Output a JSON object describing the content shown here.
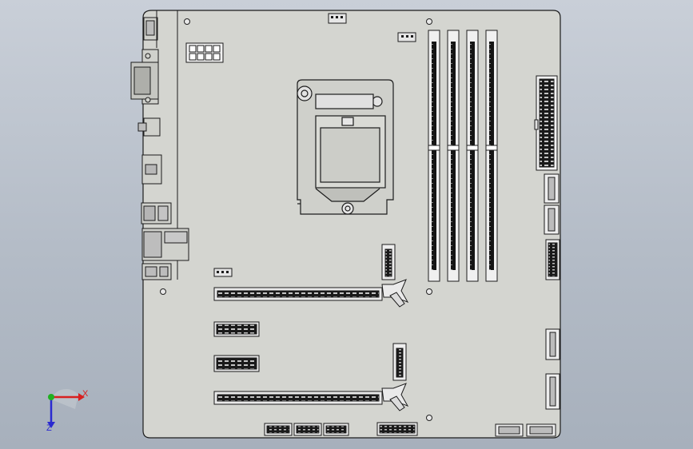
{
  "view": {
    "background_top": "#c9cfd8",
    "background_bottom": "#a7b0bc",
    "model": "motherboard",
    "board_color": "#d4d5d0",
    "line_color": "#1c1c1c"
  },
  "triad": {
    "x_label": "X",
    "z_label": "Z",
    "x_color": "#d82020",
    "y_color": "#20b020",
    "z_color": "#2a2ad0"
  }
}
